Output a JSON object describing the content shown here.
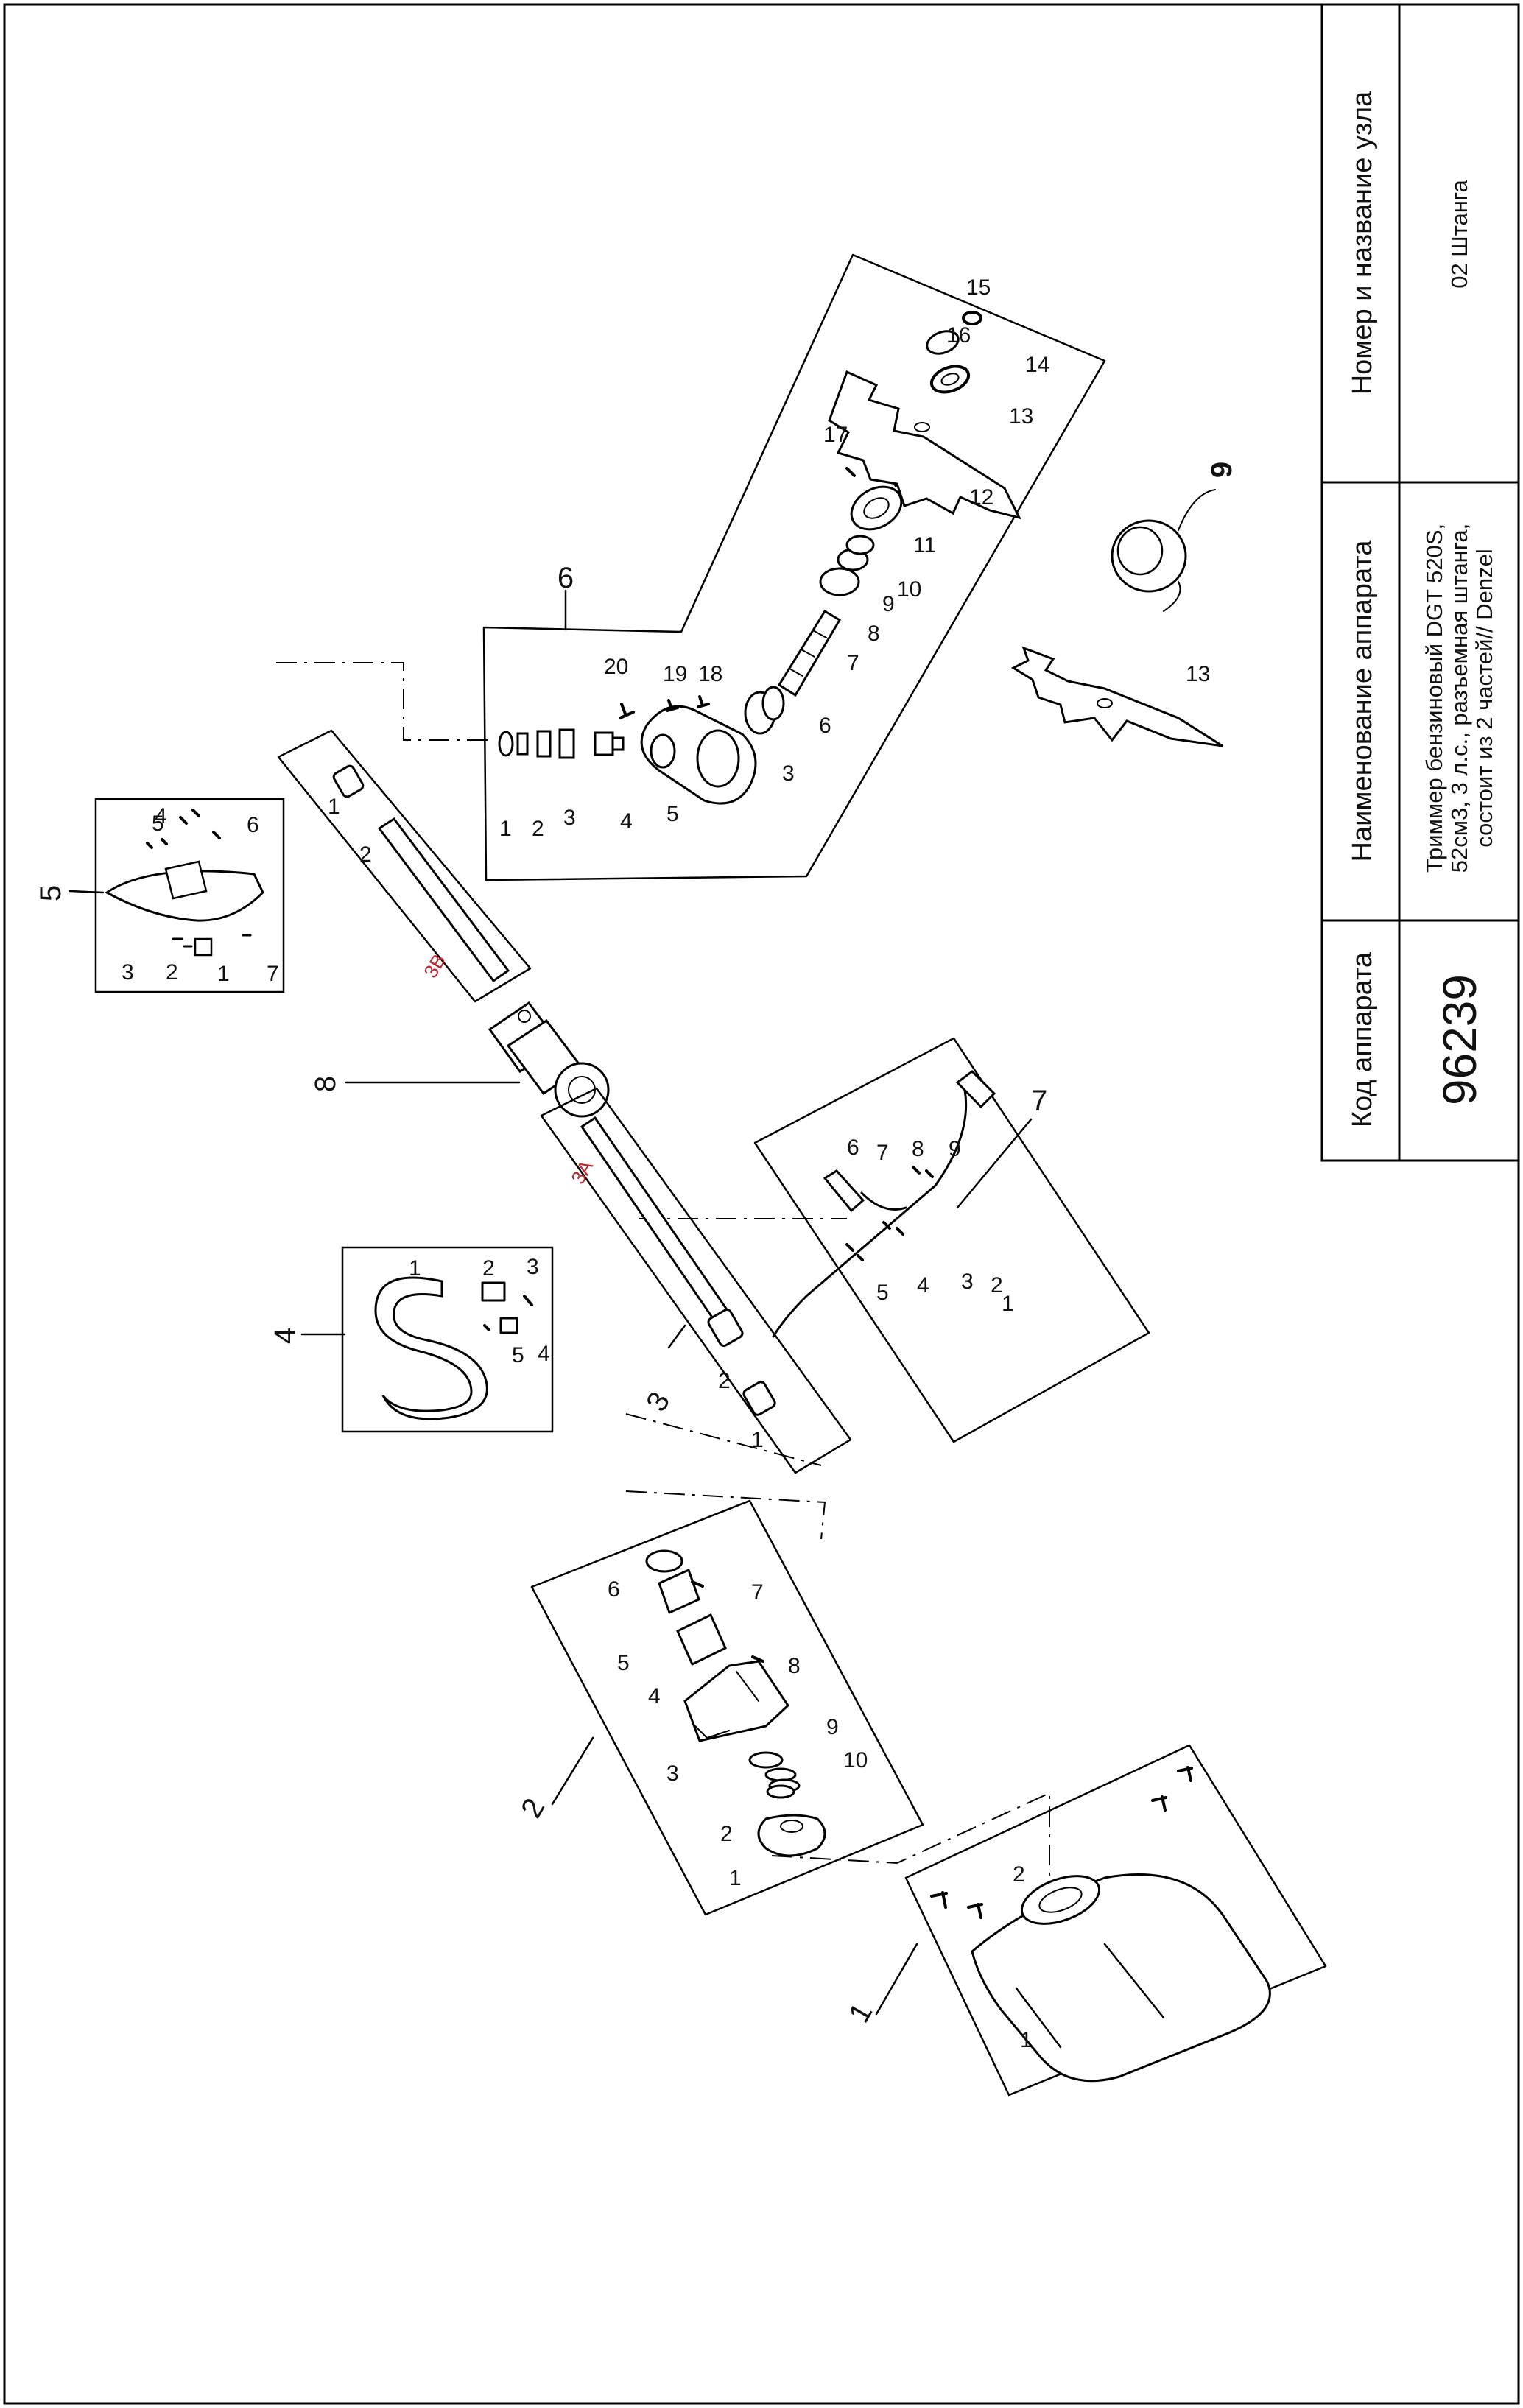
{
  "title_block": {
    "code_header": "Код аппарата",
    "name_header": "Наименование аппарата",
    "node_header": "Номер и название узла",
    "code_value": "96239",
    "name_line1": "Триммер бензиновый DGT 520S,",
    "name_line2": "52см3, 3 л.с., разъемная штанга,",
    "name_line3": "состоит из 2 частей// Denzel",
    "node_value": "02 Штанга"
  },
  "groups": {
    "g1": "1",
    "g2": "2",
    "g3": "3",
    "g4": "4",
    "g5": "5",
    "g6": "6",
    "g7": "7",
    "g8": "8",
    "g9": "9"
  },
  "shaft_labels": {
    "lower": "3A",
    "upper": "3B"
  },
  "colors": {
    "line": "#000000",
    "shaft_label": "#c0262c",
    "paper": "#ffffff"
  }
}
